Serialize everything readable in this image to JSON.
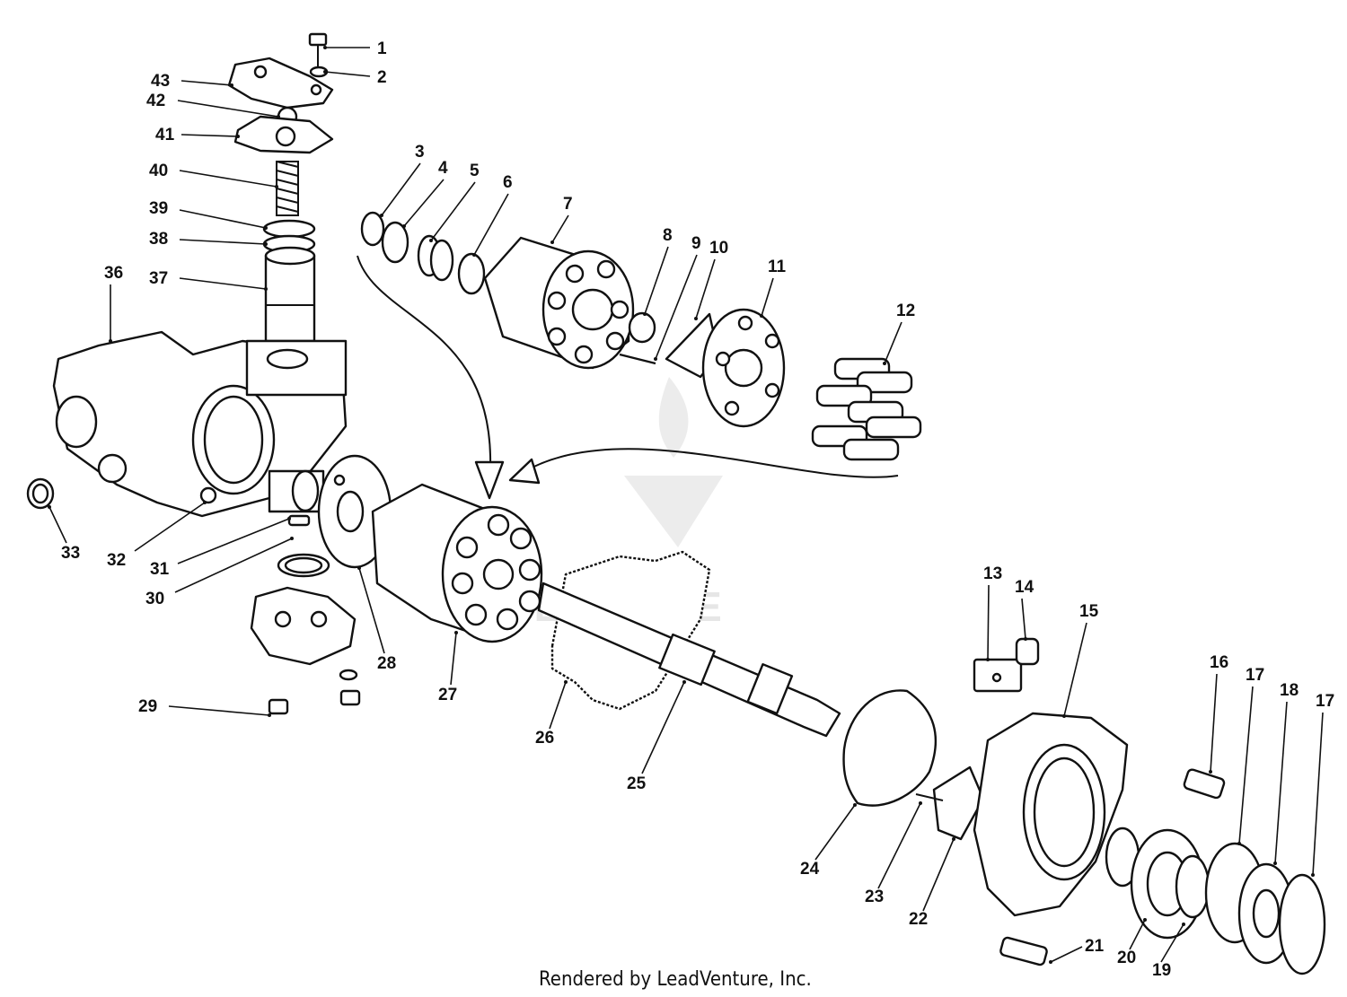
{
  "watermark": {
    "text": "VENTURE",
    "color": "#e6e6e6"
  },
  "footer": {
    "credit": "Rendered by LeadVenture, Inc."
  },
  "diagram": {
    "line_color": "#111111",
    "callouts": [
      {
        "id": "1",
        "label": "1"
      },
      {
        "id": "2",
        "label": "2"
      },
      {
        "id": "3",
        "label": "3"
      },
      {
        "id": "4",
        "label": "4"
      },
      {
        "id": "5",
        "label": "5"
      },
      {
        "id": "6",
        "label": "6"
      },
      {
        "id": "7",
        "label": "7"
      },
      {
        "id": "8",
        "label": "8"
      },
      {
        "id": "9",
        "label": "9"
      },
      {
        "id": "10",
        "label": "10"
      },
      {
        "id": "11",
        "label": "11"
      },
      {
        "id": "12",
        "label": "12"
      },
      {
        "id": "13",
        "label": "13"
      },
      {
        "id": "14",
        "label": "14"
      },
      {
        "id": "15",
        "label": "15"
      },
      {
        "id": "16",
        "label": "16"
      },
      {
        "id": "17a",
        "label": "17"
      },
      {
        "id": "18",
        "label": "18"
      },
      {
        "id": "17b",
        "label": "17"
      },
      {
        "id": "19",
        "label": "19"
      },
      {
        "id": "20",
        "label": "20"
      },
      {
        "id": "21",
        "label": "21"
      },
      {
        "id": "22",
        "label": "22"
      },
      {
        "id": "23",
        "label": "23"
      },
      {
        "id": "24",
        "label": "24"
      },
      {
        "id": "25",
        "label": "25"
      },
      {
        "id": "26",
        "label": "26"
      },
      {
        "id": "27",
        "label": "27"
      },
      {
        "id": "28",
        "label": "28"
      },
      {
        "id": "29",
        "label": "29"
      },
      {
        "id": "30",
        "label": "30"
      },
      {
        "id": "31",
        "label": "31"
      },
      {
        "id": "32",
        "label": "32"
      },
      {
        "id": "33",
        "label": "33"
      },
      {
        "id": "36",
        "label": "36"
      },
      {
        "id": "37",
        "label": "37"
      },
      {
        "id": "38",
        "label": "38"
      },
      {
        "id": "39",
        "label": "39"
      },
      {
        "id": "40",
        "label": "40"
      },
      {
        "id": "41",
        "label": "41"
      },
      {
        "id": "42",
        "label": "42"
      },
      {
        "id": "43",
        "label": "43"
      }
    ]
  }
}
